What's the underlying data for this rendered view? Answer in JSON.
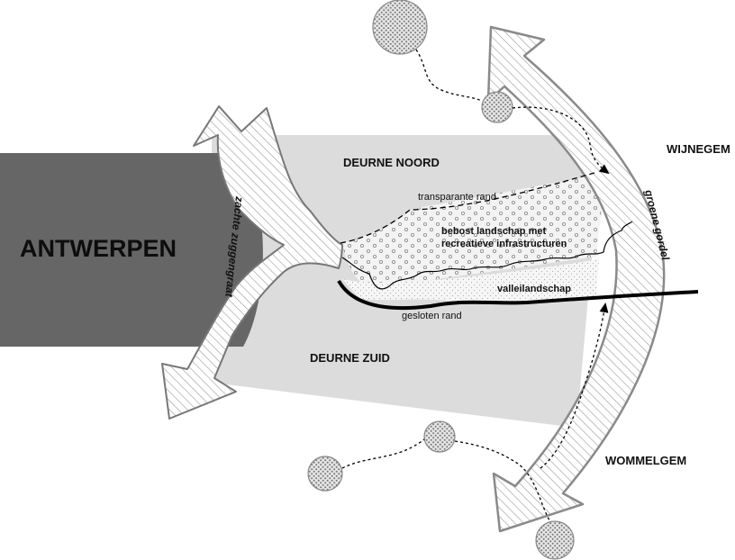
{
  "labels": {
    "antwerpen": "ANTWERPEN",
    "deurne_noord": "DEURNE NOORD",
    "deurne_zuid": "DEURNE ZUID",
    "wijnegem": "WIJNEGEM",
    "wommelgem": "WOMMELGEM",
    "transparante_rand": "transparante rand",
    "bebost_line1": "bebost landschap met",
    "bebost_line2": "recreatieve infrastructuren",
    "valleilandschap": "valleilandschap",
    "gesloten_rand": "gesloten rand",
    "zachte_zuggengraat": "zachte zuggengraat",
    "groene_gordel": "groene gordel"
  },
  "colors": {
    "city_block": "#666666",
    "district_area": "#dcdcdc",
    "arrow_stroke": "#777777",
    "line": "#000000"
  }
}
